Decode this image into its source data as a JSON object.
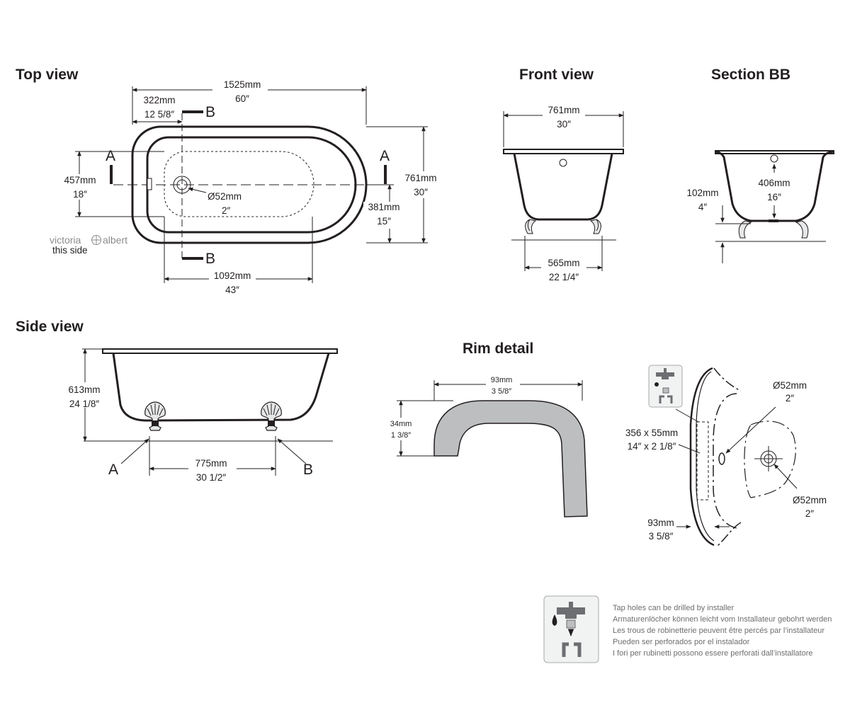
{
  "views": {
    "top": "Top view",
    "front": "Front view",
    "section": "Section BB",
    "side": "Side view",
    "rim": "Rim detail"
  },
  "top_view": {
    "length_mm": "1525mm",
    "length_in": "60″",
    "offset_mm": "322mm",
    "offset_in": "12 5/8″",
    "inner_mm": "457mm",
    "inner_in": "18″",
    "width_mm": "761mm",
    "width_in": "30″",
    "waste_mm": "Ø52mm",
    "waste_in": "2″",
    "half_mm": "381mm",
    "half_in": "15″",
    "base_mm": "1092mm",
    "base_in": "43″",
    "sec_a": "A",
    "sec_b": "B",
    "brand_left": "victoria",
    "brand_right": "albert",
    "brand_note": "this side"
  },
  "front_view": {
    "top_mm": "761mm",
    "top_in": "30″",
    "feet_mm": "565mm",
    "feet_in": "22 1/4″"
  },
  "section_bb": {
    "depth_mm": "406mm",
    "depth_in": "16″",
    "clear_mm": "102mm",
    "clear_in": "4″"
  },
  "side_view": {
    "height_mm": "613mm",
    "height_in": "24 1/8″",
    "feet_mm": "775mm",
    "feet_in": "30 1/2″",
    "label_a": "A",
    "label_b": "B"
  },
  "rim_detail": {
    "width_mm": "93mm",
    "width_in": "3 5/8″",
    "height_mm": "34mm",
    "height_in": "1 3/8″"
  },
  "tap_detail": {
    "waste_top_mm": "Ø52mm",
    "waste_top_in": "2″",
    "tap_area_mm": "356 x 55mm",
    "tap_area_in": "14″ x 2 1/8″",
    "waste_bot_mm": "Ø52mm",
    "waste_bot_in": "2″",
    "rim_mm": "93mm",
    "rim_in": "3 5/8″"
  },
  "tap_note": [
    "Tap holes can be drilled by installer",
    "Armaturenlöcher können leicht vom Installateur gebohrt werden",
    "Les trous de robinetterie peuvent être percés par l’installateur",
    "Pueden ser perforados por el instalador",
    "I fori per rubinetti possono essere perforati dall’installatore"
  ],
  "icons": [
    "tap-drill-icon",
    "claw-foot-icon"
  ],
  "colors": {
    "line": "#231f20",
    "rim_fill": "#bcbec0",
    "note_text": "#6d6e71"
  }
}
